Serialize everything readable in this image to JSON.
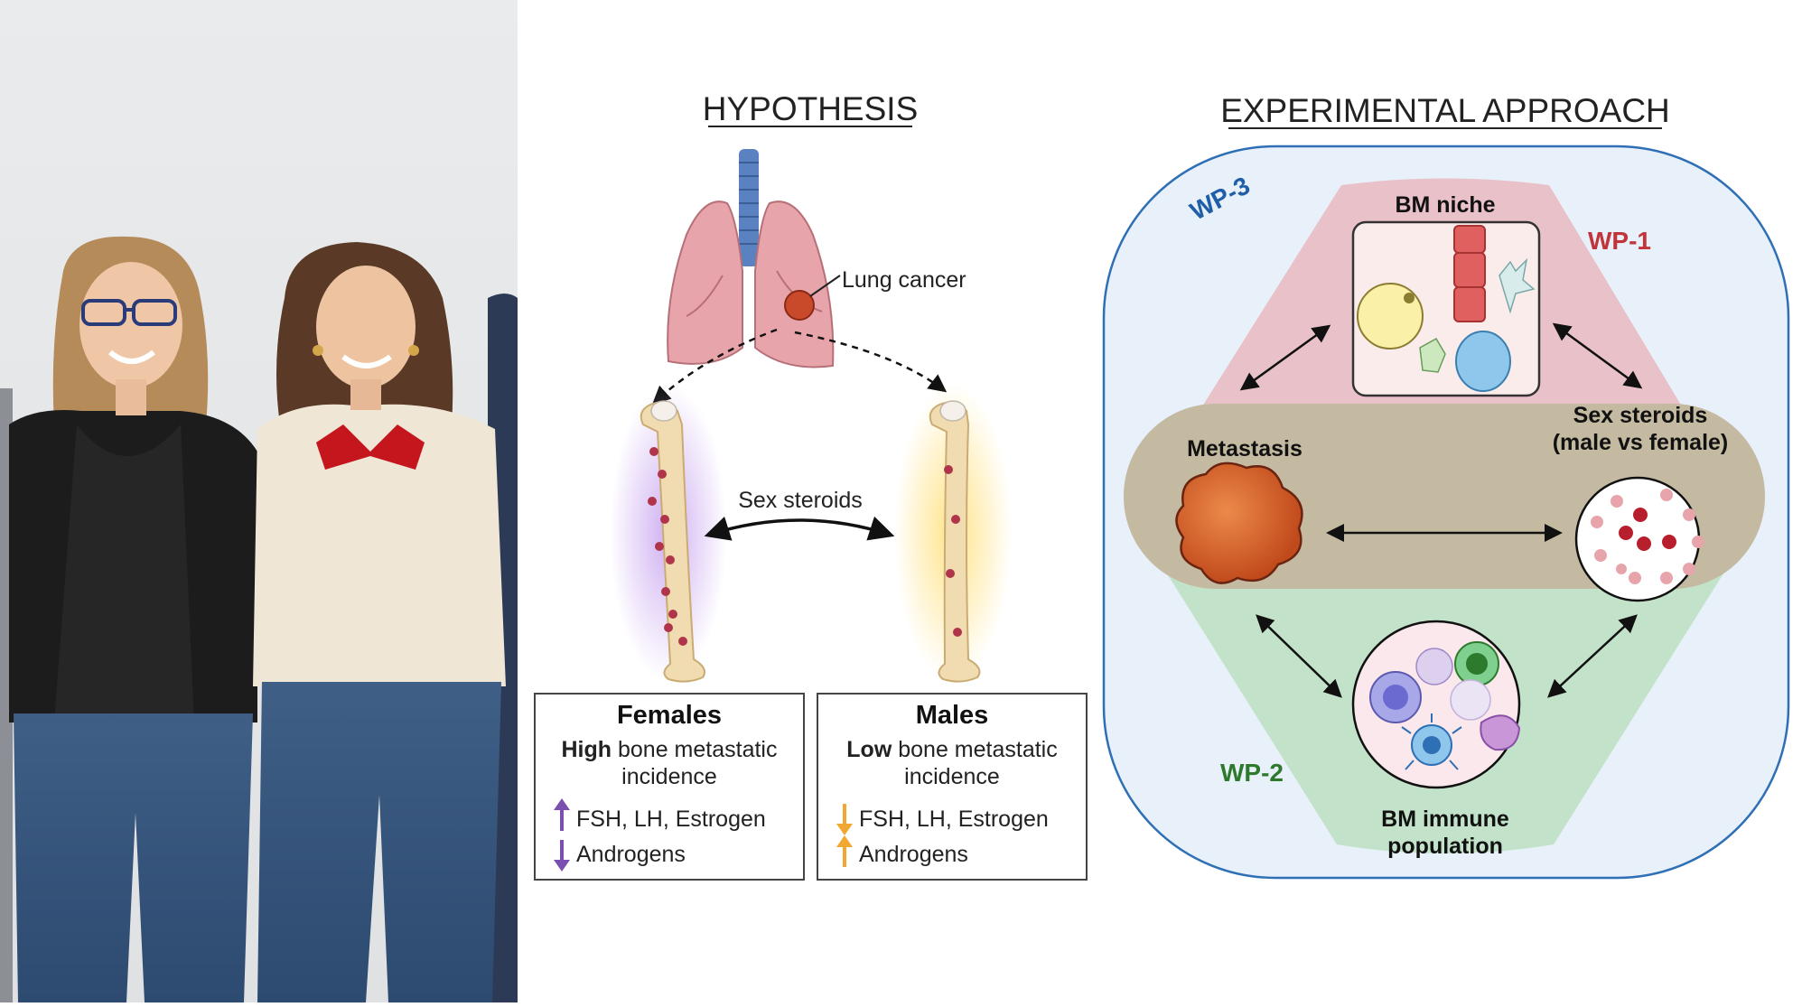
{
  "colors": {
    "wp1": "#c0343a",
    "wp2": "#2d7a2d",
    "wp3": "#1f5fa8",
    "female_up": "#7b4fb0",
    "male_arrow": "#f0a830",
    "lung": "#e8a4ab",
    "tumor": "#c94a2a"
  },
  "photo": {
    "icons": [
      "person-1",
      "person-2"
    ]
  },
  "hypothesis": {
    "heading": "HYPOTHESIS",
    "lung_label": "Lung cancer",
    "center_label": "Sex steroids",
    "females": {
      "title": "Females",
      "line1_bold": "High",
      "line1_rest": " bone metastatic",
      "line2": "incidence",
      "hormone1": "FSH, LH, Estrogen",
      "hormone2": "Androgens"
    },
    "males": {
      "title": "Males",
      "line1_bold": "Low",
      "line1_rest": " bone metastatic",
      "line2": "incidence",
      "hormone1": "FSH, LH, Estrogen",
      "hormone2": "Androgens"
    }
  },
  "approach": {
    "heading": "EXPERIMENTAL APPROACH",
    "wp3": "WP-3",
    "wp1": "WP-1",
    "wp2": "WP-2",
    "bm_niche": "BM niche",
    "metastasis": "Metastasis",
    "sex_steroids_1": "Sex steroids",
    "sex_steroids_2": "(male vs female)",
    "immune_1": "BM immune",
    "immune_2": "population"
  }
}
